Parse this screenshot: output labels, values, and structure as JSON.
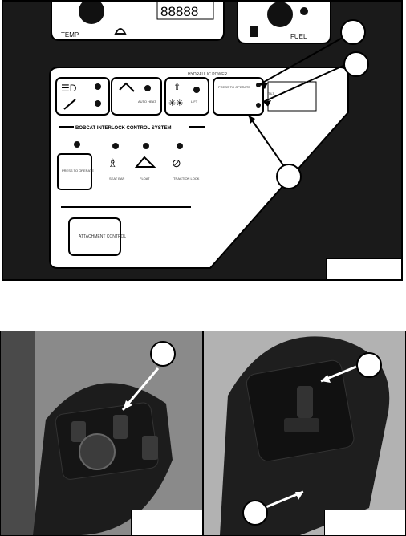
{
  "top_panel": {
    "gauge_labels": {
      "temp": "TEMP",
      "fuel": "FUEL"
    },
    "odometer": "88888",
    "interlock_title": "BOBCAT INTERLOCK CONTROL SYSTEM",
    "hydraulics_header": "HYDRAULIC POWER",
    "press_to_operate": "PRESS TO OPERATE",
    "button_labels": {
      "auto_heat": "AUTO HEAT",
      "float": "FLOAT",
      "lift": "LIFT",
      "tilt": "TILT",
      "traction_lock": "TRACTION LOCK",
      "seat_bar": "SEAT BAR",
      "press_to_operate_box": "PRESS TO OPERATE",
      "lights": "LIGHTS",
      "attachment_control": "ATTACHMENT CONTROL"
    },
    "callouts": [
      "",
      "",
      ""
    ]
  },
  "bottom_left": {
    "callouts": [
      ""
    ]
  },
  "bottom_right": {
    "callouts": [
      "",
      ""
    ]
  }
}
